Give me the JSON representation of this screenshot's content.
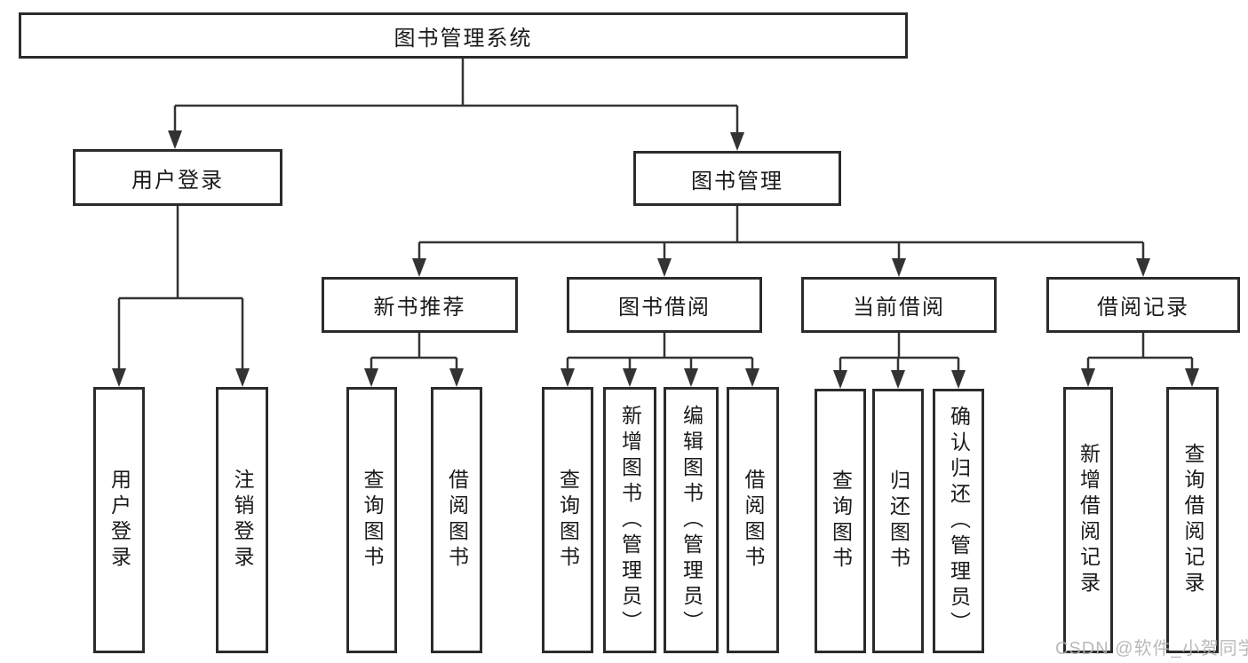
{
  "tree": {
    "root": "图书管理系统",
    "login": {
      "label": "用户登录",
      "children": [
        "用户登录",
        "注销登录"
      ]
    },
    "mgmt": {
      "label": "图书管理",
      "branches": [
        {
          "label": "新书推荐",
          "children": [
            "查询图书",
            "借阅图书"
          ]
        },
        {
          "label": "图书借阅",
          "children": [
            "查询图书",
            "新增图书（管理员）",
            "编辑图书（管理员）",
            "借阅图书"
          ]
        },
        {
          "label": "当前借阅",
          "children": [
            "查询图书",
            "归还图书",
            "确认归还（管理员）"
          ]
        },
        {
          "label": "借阅记录",
          "children": [
            "新增借阅记录",
            "查询借阅记录"
          ]
        }
      ]
    }
  },
  "watermark": "CSDN @软件_小贺同学",
  "colors": {
    "line": "#333333",
    "box_border": "#2b2b2b",
    "text": "#1a1a1a",
    "watermark": "#b3b3b3",
    "background": "#ffffff"
  }
}
